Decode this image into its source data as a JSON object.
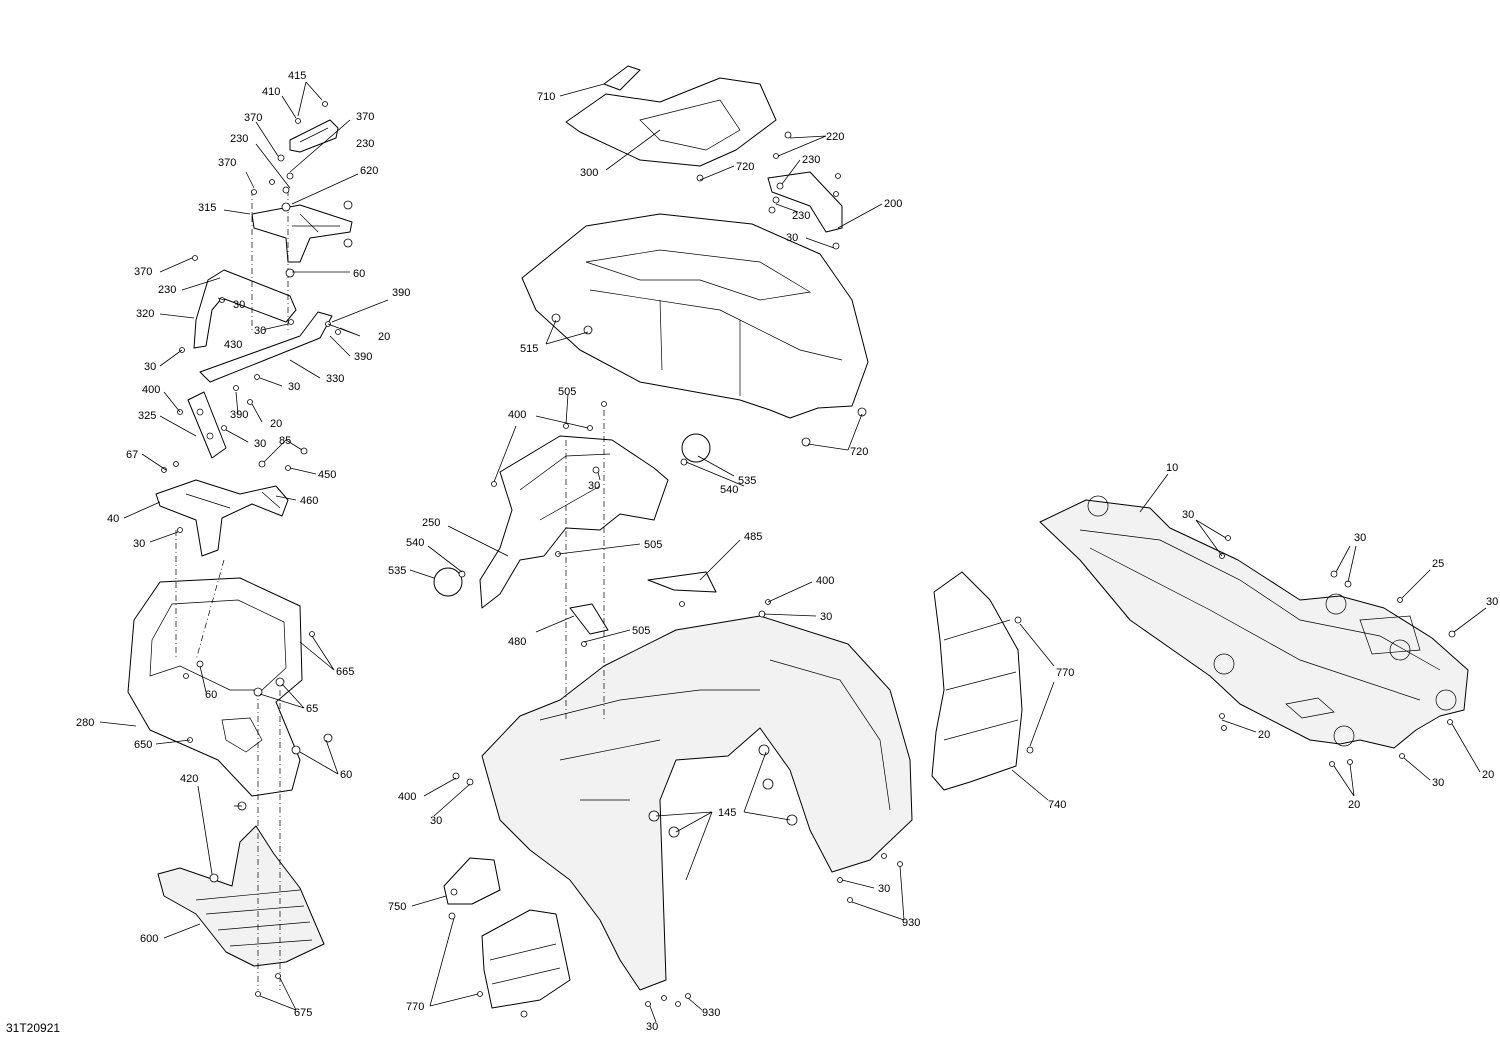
{
  "diagram": {
    "reference_code": "31T20921",
    "callouts": [
      {
        "id": "c415",
        "text": "415"
      },
      {
        "id": "c410",
        "text": "410"
      },
      {
        "id": "c370a",
        "text": "370"
      },
      {
        "id": "c370b",
        "text": "370"
      },
      {
        "id": "c230a",
        "text": "230"
      },
      {
        "id": "c230b",
        "text": "230"
      },
      {
        "id": "c370c",
        "text": "370"
      },
      {
        "id": "c620",
        "text": "620"
      },
      {
        "id": "c315",
        "text": "315"
      },
      {
        "id": "c370d",
        "text": "370"
      },
      {
        "id": "c60a",
        "text": "60"
      },
      {
        "id": "c230c",
        "text": "230"
      },
      {
        "id": "c30a",
        "text": "30"
      },
      {
        "id": "c390a",
        "text": "390"
      },
      {
        "id": "c320",
        "text": "320"
      },
      {
        "id": "c30b",
        "text": "30"
      },
      {
        "id": "c20a",
        "text": "20"
      },
      {
        "id": "c430",
        "text": "430"
      },
      {
        "id": "c30c",
        "text": "30"
      },
      {
        "id": "c390b",
        "text": "390"
      },
      {
        "id": "c330",
        "text": "330"
      },
      {
        "id": "c30d",
        "text": "30"
      },
      {
        "id": "c400a",
        "text": "400"
      },
      {
        "id": "c390c",
        "text": "390"
      },
      {
        "id": "c20b",
        "text": "20"
      },
      {
        "id": "c325",
        "text": "325"
      },
      {
        "id": "c30e",
        "text": "30"
      },
      {
        "id": "c67",
        "text": "67"
      },
      {
        "id": "c85",
        "text": "85"
      },
      {
        "id": "c450",
        "text": "450"
      },
      {
        "id": "c460",
        "text": "460"
      },
      {
        "id": "c40",
        "text": "40"
      },
      {
        "id": "c30f",
        "text": "30"
      },
      {
        "id": "c665",
        "text": "665"
      },
      {
        "id": "c60b",
        "text": "60"
      },
      {
        "id": "c65",
        "text": "65"
      },
      {
        "id": "c280",
        "text": "280"
      },
      {
        "id": "c650",
        "text": "650"
      },
      {
        "id": "c60c",
        "text": "60"
      },
      {
        "id": "c420",
        "text": "420"
      },
      {
        "id": "c600",
        "text": "600"
      },
      {
        "id": "c675",
        "text": "675"
      },
      {
        "id": "c710",
        "text": "710"
      },
      {
        "id": "c300",
        "text": "300"
      },
      {
        "id": "c720a",
        "text": "720"
      },
      {
        "id": "c220",
        "text": "220"
      },
      {
        "id": "c230d",
        "text": "230"
      },
      {
        "id": "c230e",
        "text": "230"
      },
      {
        "id": "c200",
        "text": "200"
      },
      {
        "id": "c30g",
        "text": "30"
      },
      {
        "id": "c515",
        "text": "515"
      },
      {
        "id": "c720b",
        "text": "720"
      },
      {
        "id": "c505a",
        "text": "505"
      },
      {
        "id": "c400b",
        "text": "400"
      },
      {
        "id": "c535a",
        "text": "535"
      },
      {
        "id": "c540a",
        "text": "540"
      },
      {
        "id": "c30h",
        "text": "30"
      },
      {
        "id": "c250",
        "text": "250"
      },
      {
        "id": "c505b",
        "text": "505"
      },
      {
        "id": "c540b",
        "text": "540"
      },
      {
        "id": "c535b",
        "text": "535"
      },
      {
        "id": "c485",
        "text": "485"
      },
      {
        "id": "c400c",
        "text": "400"
      },
      {
        "id": "c30i",
        "text": "30"
      },
      {
        "id": "c480",
        "text": "480"
      },
      {
        "id": "c505c",
        "text": "505"
      },
      {
        "id": "c770a",
        "text": "770"
      },
      {
        "id": "c740",
        "text": "740"
      },
      {
        "id": "c400d",
        "text": "400"
      },
      {
        "id": "c30j",
        "text": "30"
      },
      {
        "id": "c145",
        "text": "145"
      },
      {
        "id": "c30k",
        "text": "30"
      },
      {
        "id": "c930a",
        "text": "930"
      },
      {
        "id": "c750",
        "text": "750"
      },
      {
        "id": "c770b",
        "text": "770"
      },
      {
        "id": "c930b",
        "text": "930"
      },
      {
        "id": "c30l",
        "text": "30"
      },
      {
        "id": "c10",
        "text": "10"
      },
      {
        "id": "c30m",
        "text": "30"
      },
      {
        "id": "c30n",
        "text": "30"
      },
      {
        "id": "c25",
        "text": "25"
      },
      {
        "id": "c30o",
        "text": "30"
      },
      {
        "id": "c20c",
        "text": "20"
      },
      {
        "id": "c20d",
        "text": "20"
      },
      {
        "id": "c20e",
        "text": "20"
      },
      {
        "id": "c30p",
        "text": "30"
      }
    ]
  }
}
